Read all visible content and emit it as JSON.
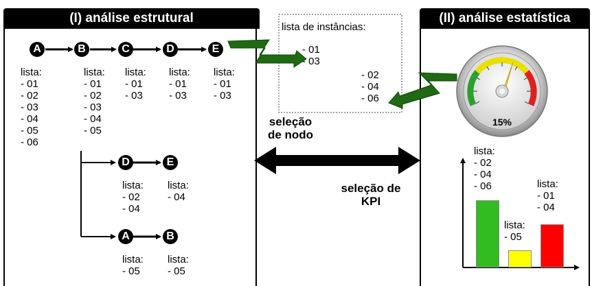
{
  "panels": {
    "left_title": "(I) análise estrutural",
    "right_title": "(II) análise estatística"
  },
  "tree": {
    "row1_nodes": [
      "A",
      "B",
      "C",
      "D",
      "E"
    ],
    "row2_nodes": [
      "D",
      "E"
    ],
    "row3_nodes": [
      "A",
      "B"
    ],
    "lists": {
      "a1": "lista:\n- 01\n- 02\n- 03\n- 04\n- 05\n- 06",
      "b1": "lista:\n- 01\n- 02\n- 03\n- 04\n- 05",
      "c1": "lista:\n- 01\n- 03",
      "d1": "lista:\n- 01\n- 03",
      "e1": "lista:\n- 01\n- 03",
      "d2": "lista:\n- 02\n- 04",
      "e2": "lista:\n- 04",
      "a3": "lista:\n- 05",
      "b3": "lista:\n- 05"
    }
  },
  "instances": {
    "title": "lista de instâncias:",
    "group1": "- 01\n- 03",
    "group2": "- 02\n- 04\n- 06"
  },
  "middle": {
    "node_selection": "seleção\nde nodo",
    "kpi_selection": "seleção de\nKPI"
  },
  "gauge": {
    "value_label": "15%",
    "value": 0.15
  },
  "bars": {
    "lists": [
      "lista:\n- 02\n- 04\n- 06",
      "lista:\n- 05",
      "lista:\n- 01\n- 04"
    ],
    "colors": [
      "#33bb22",
      "#ffff00",
      "#ff0000"
    ]
  }
}
